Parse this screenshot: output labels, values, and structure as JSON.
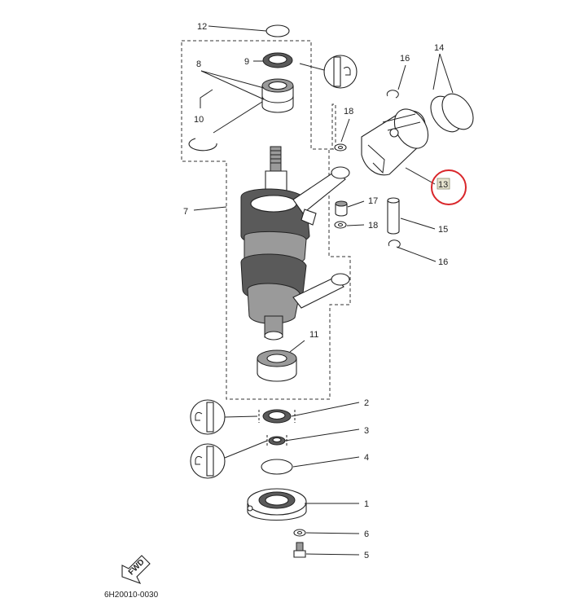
{
  "diagram": {
    "drawing_code": "6H20010-0030",
    "fwd_label": "FWD",
    "highlighted_callout": "13",
    "highlight_color": "#d9262a",
    "callouts": {
      "c1": "1",
      "c2": "2",
      "c3": "3",
      "c4": "4",
      "c5": "5",
      "c6": "6",
      "c7": "7",
      "c8": "8",
      "c9": "9",
      "c10": "10",
      "c11": "11",
      "c12": "12",
      "c13": "13",
      "c14": "14",
      "c15": "15",
      "c16a": "16",
      "c16b": "16",
      "c17": "17",
      "c18a": "18",
      "c18b": "18"
    },
    "icons": [
      "seal-orientation-icon",
      "seal-orientation-icon",
      "seal-orientation-icon"
    ]
  }
}
